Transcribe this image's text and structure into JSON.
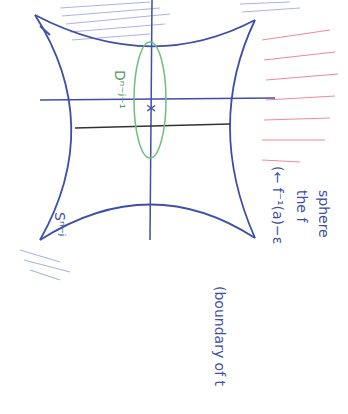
{
  "diagram": {
    "labels": [
      "Dⁿ⁻ʲ⁻¹",
      "x",
      "Sⁿ⁻ʲ",
      "(← f⁻¹(a)−ε",
      "the f",
      "sphere",
      "(boundary of t"
    ]
  }
}
